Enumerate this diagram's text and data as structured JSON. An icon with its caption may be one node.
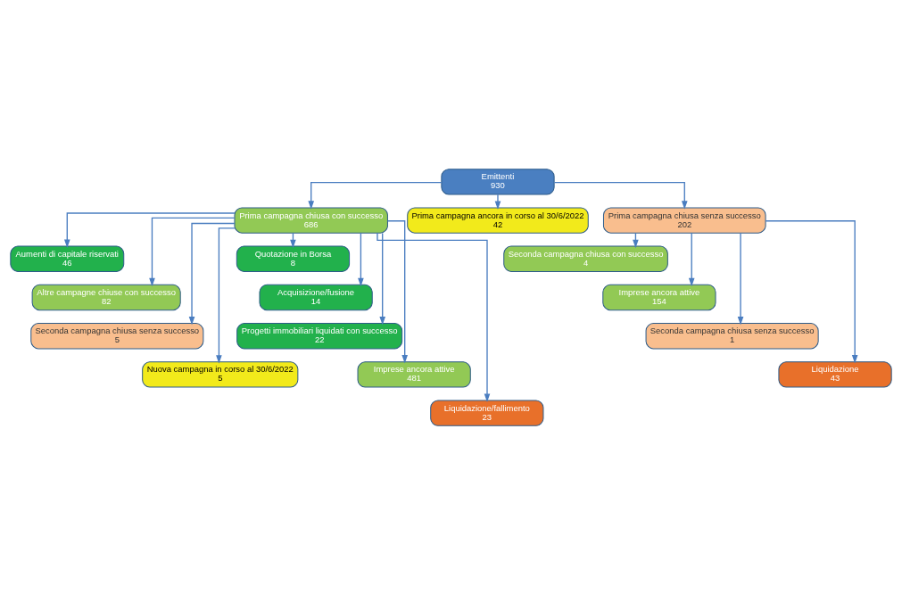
{
  "diagram": {
    "nodes": [
      {
        "text": [
          "Emittenti",
          "930"
        ]
      },
      {
        "text": [
          "Prima campagna chiusa con successo",
          "686"
        ]
      },
      {
        "text": [
          "Prima campagna ancora in corso al 30/6/2022",
          "42"
        ]
      },
      {
        "text": [
          "Prima campagna chiusa senza successo",
          "202"
        ]
      },
      {
        "text": [
          "Aumenti di capitale riservati",
          "46"
        ]
      },
      {
        "text": [
          "Altre campagne chiuse con successo",
          "82"
        ]
      },
      {
        "text": [
          "Seconda campagna chiusa senza successo",
          "5"
        ]
      },
      {
        "text": [
          "Nuova campagna in corso al 30/6/2022",
          "5"
        ]
      },
      {
        "text": [
          "Quotazione in Borsa",
          "8"
        ]
      },
      {
        "text": [
          "Acquisizione/fusione",
          "14"
        ]
      },
      {
        "text": [
          "Progetti immobiliari liquidati con successo",
          "22"
        ]
      },
      {
        "text": [
          "Imprese ancora attive",
          "481"
        ]
      },
      {
        "text": [
          "Liquidazione/fallimento",
          "23"
        ]
      },
      {
        "text": [
          "Seconda campagna chiusa con successo",
          "4"
        ]
      },
      {
        "text": [
          "Imprese ancora attive",
          "154"
        ]
      },
      {
        "text": [
          "Seconda campagna chiusa senza successo",
          "1"
        ]
      },
      {
        "text": [
          "Liquidazione",
          "43"
        ]
      }
    ],
    "edges": [
      {
        "from": 0,
        "to": 1,
        "arrow": "to"
      },
      {
        "from": 0,
        "to": 2,
        "arrow": "to"
      },
      {
        "from": 0,
        "to": 3,
        "arrow": "to"
      },
      {
        "from": 1,
        "to": 4,
        "arrow": "to"
      },
      {
        "from": 1,
        "to": 5,
        "arrow": "to"
      },
      {
        "from": 1,
        "to": 6,
        "arrow": "to"
      },
      {
        "from": 1,
        "to": 7,
        "arrow": "to"
      },
      {
        "from": 1,
        "to": 8,
        "arrow": "to"
      },
      {
        "from": 1,
        "to": 9,
        "arrow": "to"
      },
      {
        "from": 1,
        "to": 10,
        "arrow": "to"
      },
      {
        "from": 1,
        "to": 11,
        "arrow": "to"
      },
      {
        "from": 1,
        "to": 12,
        "arrow": "to"
      },
      {
        "from": 3,
        "to": 13,
        "arrow": "to"
      },
      {
        "from": 3,
        "to": 14,
        "arrow": "to"
      },
      {
        "from": 3,
        "to": 15,
        "arrow": "to"
      },
      {
        "from": 3,
        "to": 16,
        "arrow": "to"
      }
    ]
  }
}
